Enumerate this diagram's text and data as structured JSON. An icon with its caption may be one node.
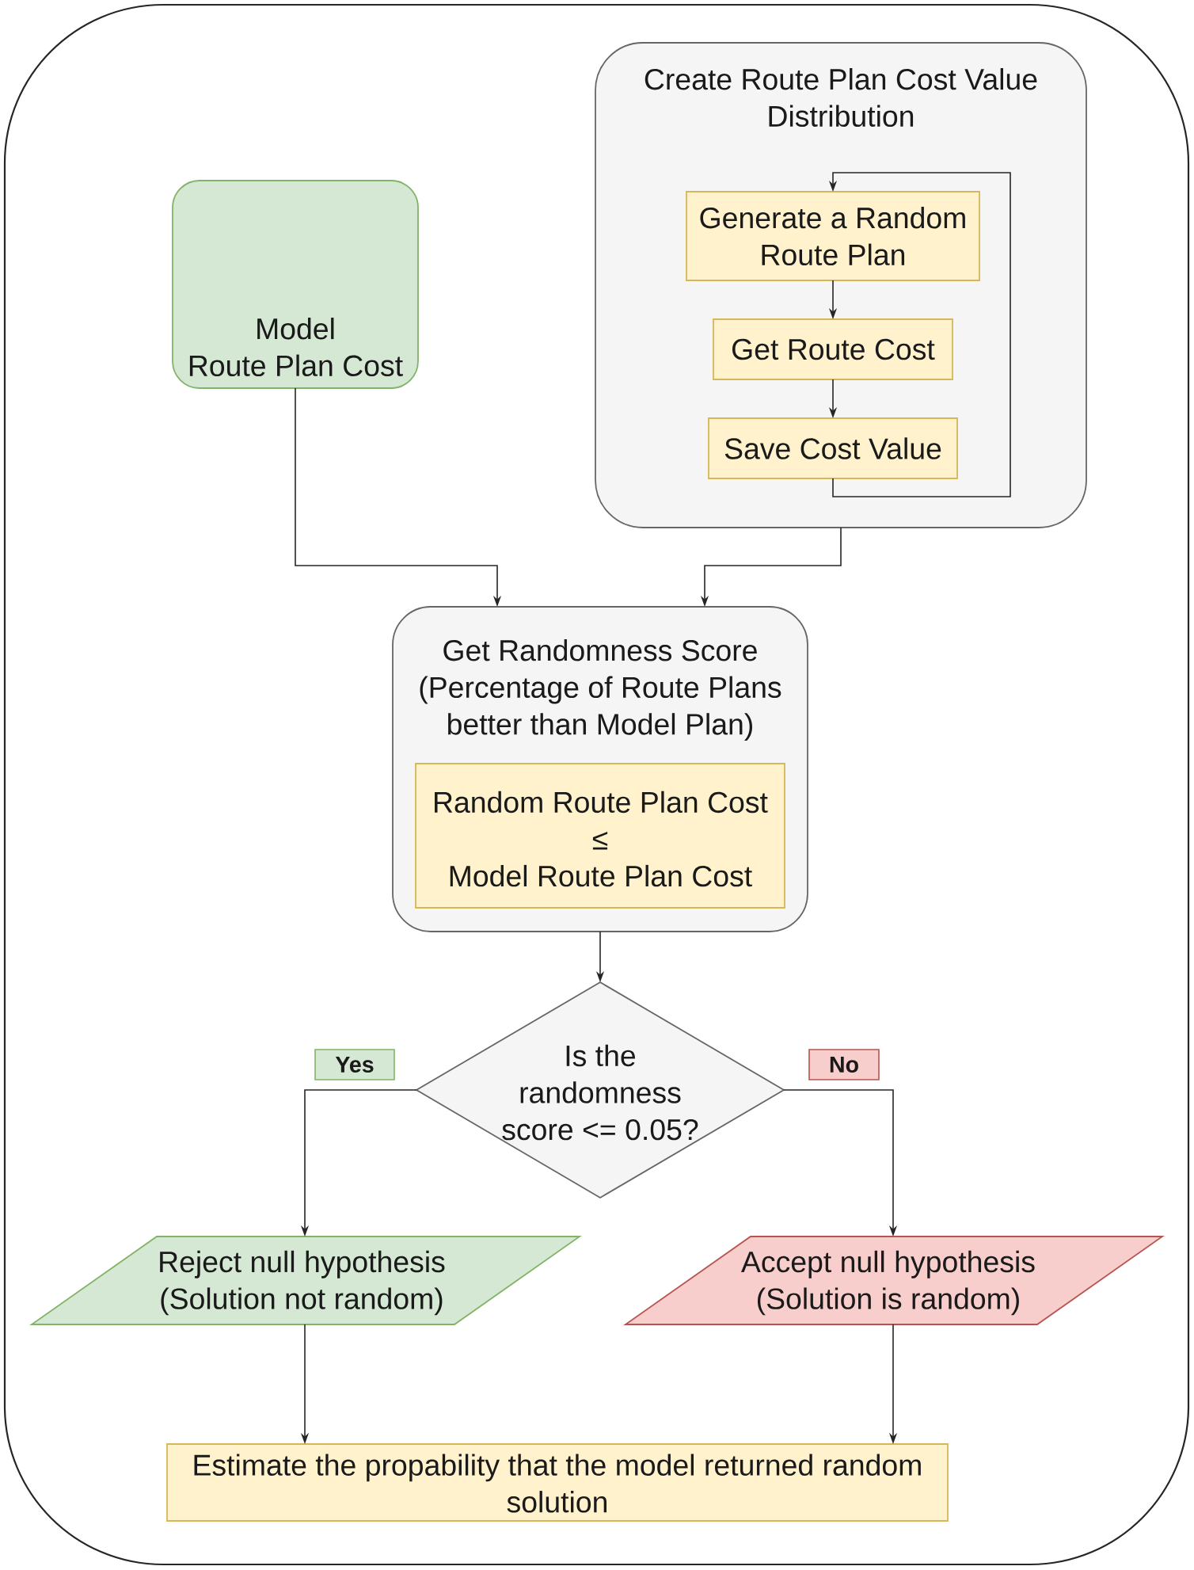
{
  "diagram": {
    "nodes": [
      {
        "text": [
          "Model Route Plan Cost"
        ]
      },
      {
        "text": [
          "Create Route Plan Cost Value Distribution"
        ]
      },
      {
        "text": [
          "Generate a Random Route Plan"
        ],
        "in": 1
      },
      {
        "text": [
          "Get Route Cost"
        ],
        "in": 1
      },
      {
        "text": [
          "Save Cost Value"
        ],
        "in": 1
      },
      {
        "text": [
          "Get Randomness Score (Percentage of Route Plans better than Model Plan)"
        ]
      },
      {
        "text": [
          "Random Route Plan Cost ≤ Model Route Plan Cost"
        ],
        "in": 5
      },
      {
        "text": [
          "Is the randomness score <= 0.05?"
        ]
      },
      {
        "text": [
          "Reject null hypothesis (Solution not random)"
        ]
      },
      {
        "text": [
          "Accept null hypothesis (Solution is random)"
        ]
      },
      {
        "text": [
          "Estimate the propability that the model returned random solution"
        ]
      }
    ],
    "edges": [
      {
        "from": 0,
        "to": 5,
        "arrow": "to"
      },
      {
        "from": 1,
        "to": 5,
        "arrow": "to"
      },
      {
        "from": 2,
        "to": 3,
        "arrow": "to"
      },
      {
        "from": 3,
        "to": 4,
        "arrow": "to"
      },
      {
        "from": 4,
        "to": 2,
        "arrow": "to"
      },
      {
        "from": 5,
        "to": 7,
        "arrow": "to"
      },
      {
        "from": 7,
        "to": 8,
        "arrow": "to",
        "label": "Yes"
      },
      {
        "from": 7,
        "to": 9,
        "arrow": "to",
        "label": "No"
      },
      {
        "from": 8,
        "to": 10,
        "arrow": "to"
      },
      {
        "from": 9,
        "to": 10,
        "arrow": "to"
      }
    ]
  }
}
